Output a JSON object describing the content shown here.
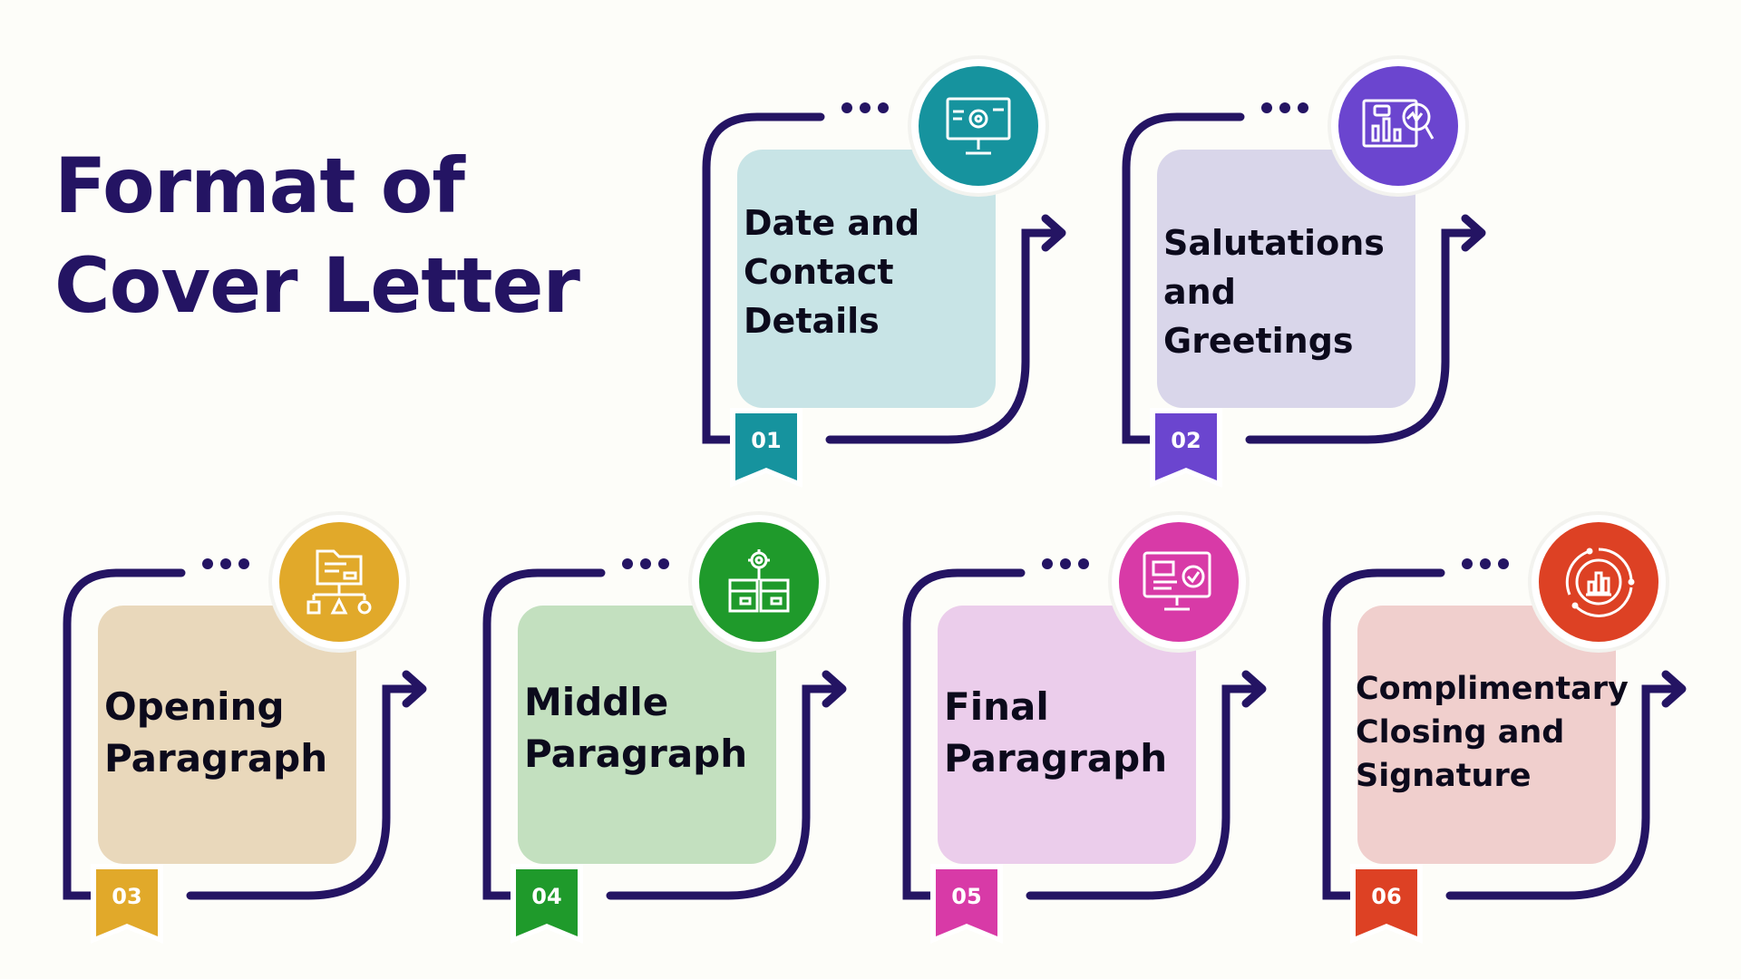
{
  "title": {
    "line1": "Format of",
    "line2": "Cover Letter"
  },
  "steps": [
    {
      "number": "01",
      "label": "Date and\nContact\nDetails",
      "icon": "presentation-gear-icon",
      "color": "#16939e",
      "panel": "#c8e4e6"
    },
    {
      "number": "02",
      "label": "Salutations\nand\nGreetings",
      "icon": "chart-analysis-icon",
      "color": "#6b45cf",
      "panel": "#d9d6ea"
    },
    {
      "number": "03",
      "label": "Opening\nParagraph",
      "icon": "folder-hierarchy-icon",
      "color": "#e1a92a",
      "panel": "#e9d8bb"
    },
    {
      "number": "04",
      "label": "Middle\nParagraph",
      "icon": "gear-boxes-icon",
      "color": "#1f9a2b",
      "panel": "#c3e0bf"
    },
    {
      "number": "05",
      "label": "Final\nParagraph",
      "icon": "monitor-check-icon",
      "color": "#d83aa7",
      "panel": "#ebcdeb"
    },
    {
      "number": "06",
      "label": "Complimentary\nClosing and\nSignature",
      "icon": "bar-chart-cycle-icon",
      "color": "#dd4124",
      "panel": "#f0cfcd"
    }
  ],
  "frame_color": "#241463"
}
